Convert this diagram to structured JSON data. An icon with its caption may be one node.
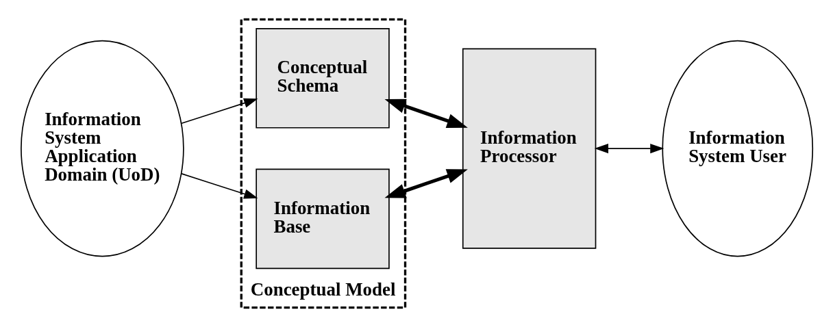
{
  "diagram": {
    "nodes": [
      {
        "text": [
          "Information System Application Domain (UoD)"
        ]
      },
      {
        "text": [
          "Conceptual Model"
        ]
      },
      {
        "text": [
          "Conceptual Schema"
        ],
        "in": 1
      },
      {
        "text": [
          "Information Base"
        ],
        "in": 1
      },
      {
        "text": [
          "Information Processor"
        ]
      },
      {
        "text": [
          "Information System User"
        ]
      }
    ],
    "edges": [
      {
        "from": 0,
        "to": 2,
        "arrow": "to"
      },
      {
        "from": 0,
        "to": 3,
        "arrow": "to"
      },
      {
        "from": 2,
        "to": 4,
        "arrow": "both",
        "style": "thick"
      },
      {
        "from": 3,
        "to": 4,
        "arrow": "both",
        "style": "thick"
      },
      {
        "from": 4,
        "to": 5,
        "arrow": "both"
      }
    ]
  }
}
